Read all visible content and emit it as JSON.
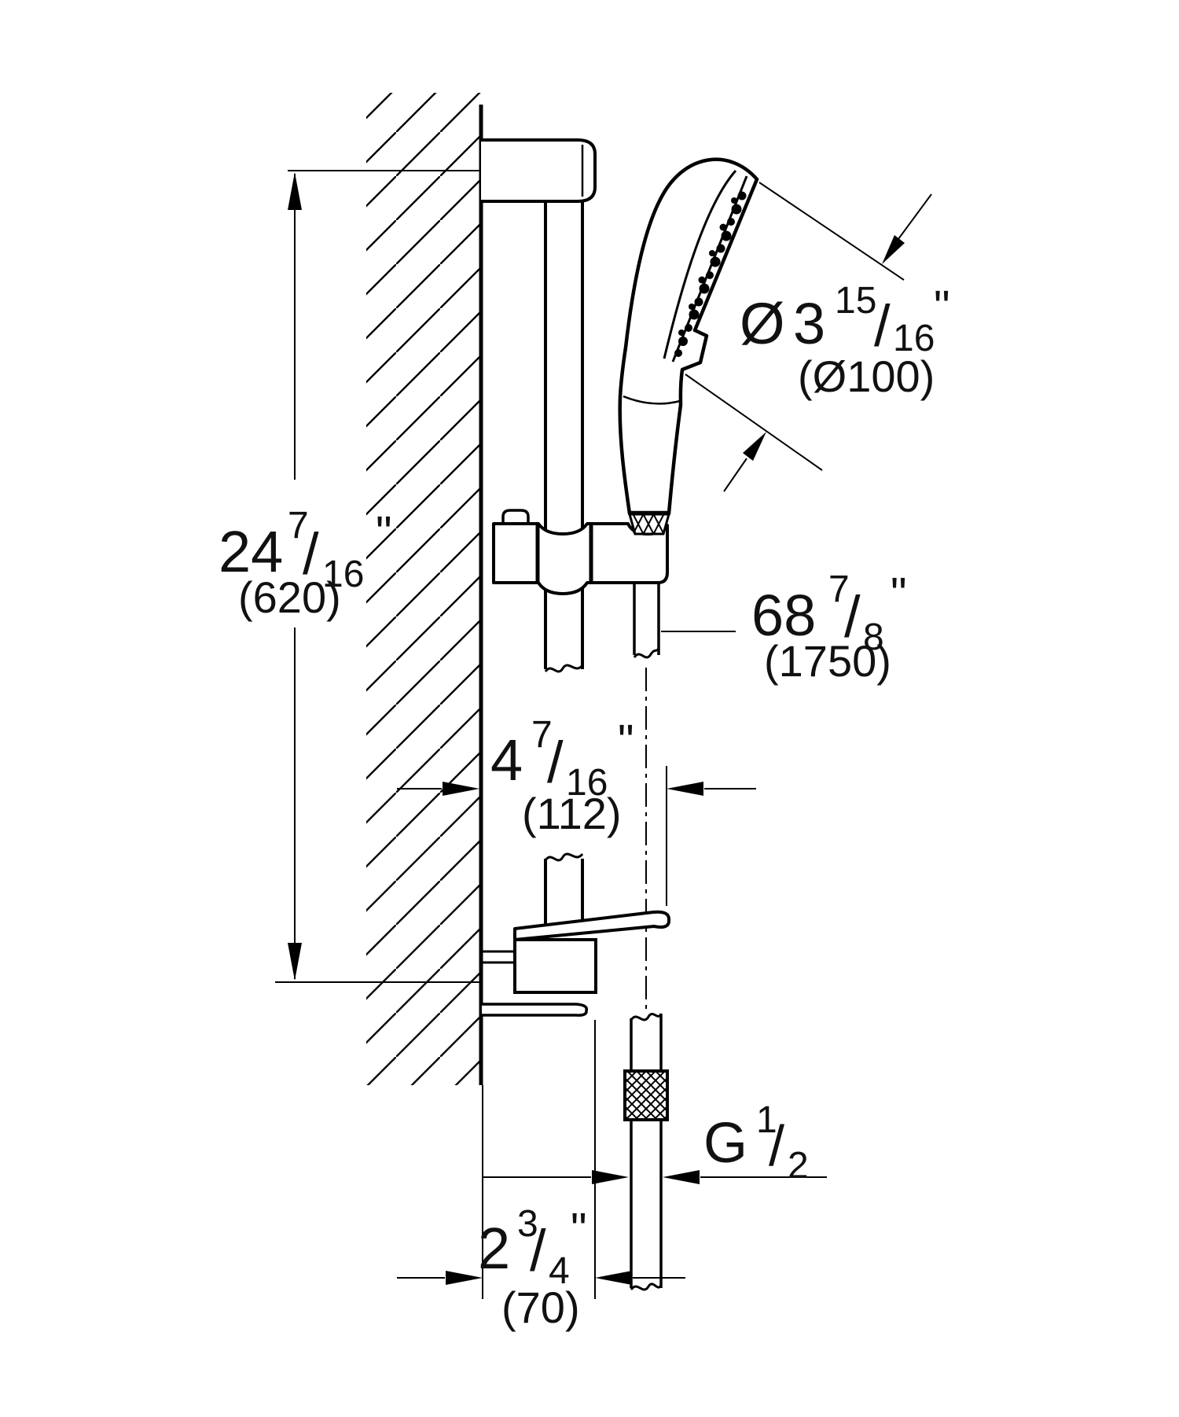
{
  "colors": {
    "background": "#ffffff",
    "ink": "#000000"
  },
  "dimensions": {
    "rail_height": {
      "imperial_whole": "24",
      "frac_num": "7",
      "frac_den": "16",
      "unit_mark": "\"",
      "metric": "(620)"
    },
    "head_diameter": {
      "prefix": "Ø",
      "imperial_whole": "3",
      "frac_num": "15",
      "frac_den": "16",
      "unit_mark": "\"",
      "metric": "(Ø100)"
    },
    "hose_length": {
      "imperial_whole": "68",
      "frac_num": "7",
      "frac_den": "8",
      "unit_mark": "\"",
      "metric": "(1750)"
    },
    "wall_to_hose": {
      "imperial_whole": "4",
      "frac_num": "7",
      "frac_den": "16",
      "unit_mark": "\"",
      "metric": "(112)"
    },
    "thread_size": {
      "prefix": "G",
      "frac_num": "1",
      "frac_den": "2"
    },
    "wall_to_bracket": {
      "imperial_whole": "2",
      "frac_num": "3",
      "frac_den": "4",
      "unit_mark": "\"",
      "metric": "(70)"
    }
  }
}
